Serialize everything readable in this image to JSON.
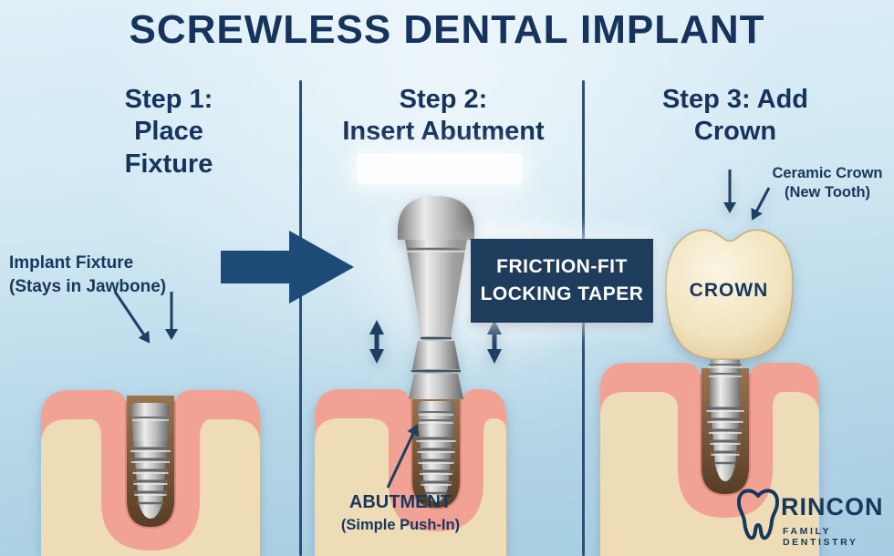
{
  "title": "SCREWLESS DENTAL IMPLANT",
  "steps": [
    {
      "heading_lines": [
        "Step 1:",
        "Place",
        "Fixture"
      ]
    },
    {
      "heading_lines": [
        "Step 2:",
        "Insert Abutment"
      ]
    },
    {
      "heading_lines": [
        "Step 3: Add",
        "Crown"
      ]
    }
  ],
  "callouts": {
    "implant_fixture": {
      "line1": "Implant Fixture",
      "line2": "(Stays in Jawbone)"
    },
    "friction_fit": {
      "line1": "FRICTION-FIT",
      "line2": "LOCKING TAPER"
    },
    "abutment": {
      "line1": "ABUTMENT",
      "line2": "(Simple Push-In)"
    },
    "ceramic_crown": {
      "line1": "Ceramic Crown",
      "line2": "(New Tooth)"
    },
    "crown_text": "CROWN"
  },
  "logo": {
    "name": "RINCON",
    "tagline": "FAMILY DENTISTRY"
  },
  "icons": {
    "transition_arrow": "right-arrow-icon",
    "push_fit_arrows": "up-down-arrow-icon",
    "logo_icon": "tooth-icon"
  },
  "colors": {
    "navy_text": "#15335c",
    "arrow_navy": "#1d4b78",
    "callout_box_bg": "#1e3c5b",
    "callout_box_text": "#ffffff",
    "divider": "#2f4f73",
    "background_top": "#dff0f8",
    "background_bottom": "#a6cde1",
    "gum_pink": "#f1a295",
    "bone_beige": "#eedcb6",
    "socket_brown": "#7b5a3b",
    "metal_gray": "#b9b9b9",
    "crown_cream": "#f3e8c9"
  }
}
